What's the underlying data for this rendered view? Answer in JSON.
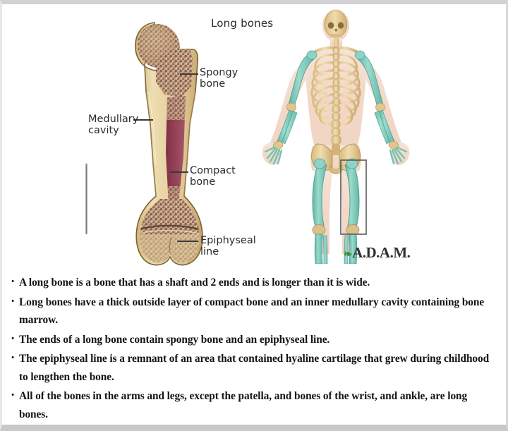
{
  "figure": {
    "title": "Long bones",
    "source_logo": {
      "leaf_icon": "❧",
      "text": "A.D.A.M."
    },
    "labels": [
      {
        "id": "spongy-bone",
        "text": "Spongy\nbone"
      },
      {
        "id": "medullary-cavity",
        "text": "Medullary\ncavity"
      },
      {
        "id": "compact-bone",
        "text": "Compact\nbone"
      },
      {
        "id": "epiphyseal-line",
        "text": "Epiphyseal\nline"
      }
    ],
    "colors": {
      "compact_bone": "#e3cf9f",
      "compact_bone_edge": "#8d7340",
      "medullary_cavity": "#7d2b42",
      "spongy_bone": "#b99a74",
      "spongy_speckle": "#7c4a55",
      "highlight_bone": "#7fcfc0",
      "skeleton_bone": "#e8cf9a",
      "skin": "#f3d9c8",
      "label_text": "#2b2b2b",
      "leader_line": "#3a3a3a",
      "logo_leaf": "#3c8f3c"
    }
  },
  "bullets": [
    "A long bone is a bone that has a shaft and 2 ends and is longer than it is wide.",
    "Long bones have a thick outside layer of compact bone and an inner medullary cavity containing bone marrow.",
    "The ends of a long bone contain spongy bone and an epiphyseal line.",
    "The epiphyseal line is a remnant of an area that contained hyaline cartilage that grew during childhood to lengthen the bone.",
    "All of the bones in the arms and legs, except the patella, and bones of the wrist, and ankle, are long bones."
  ]
}
